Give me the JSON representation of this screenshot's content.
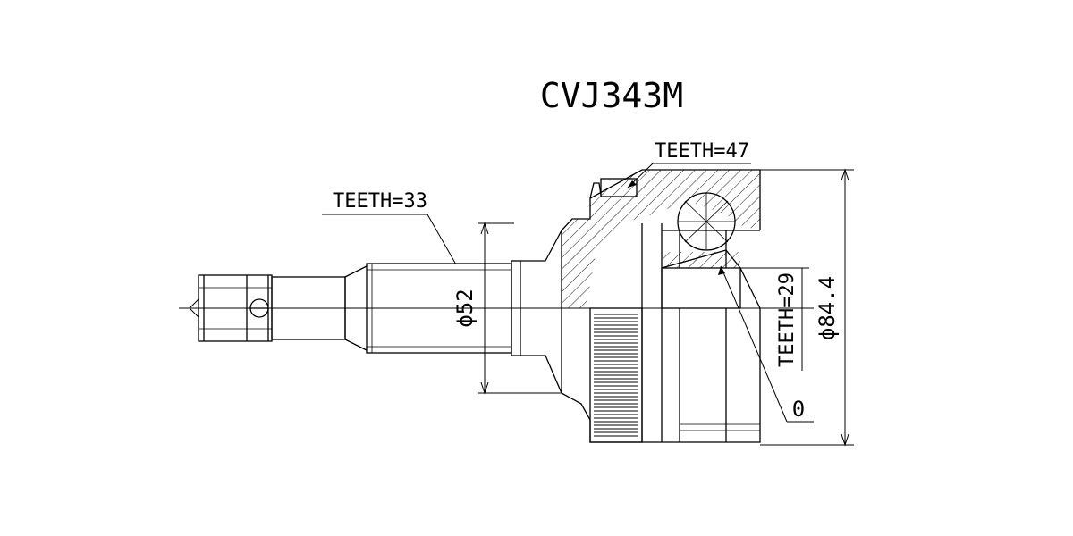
{
  "title": "CVJ343M",
  "annotations": {
    "teeth_outer": "TEETH=47",
    "teeth_shaft": "TEETH=33",
    "teeth_inner": "TEETH=29",
    "diameter_shaft": "ϕ52",
    "diameter_bell": "ϕ84.4",
    "abs_ring": "0"
  },
  "colors": {
    "line": "#000000",
    "background": "#ffffff"
  }
}
